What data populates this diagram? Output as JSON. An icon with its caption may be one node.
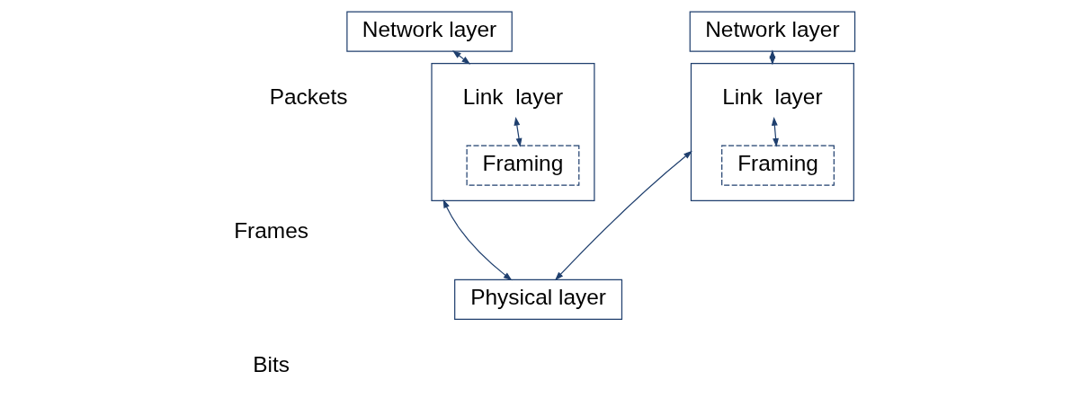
{
  "diagram": {
    "nodes": [
      {
        "text": [
          "Network layer"
        ]
      },
      {
        "text": [
          "Link  layer"
        ]
      },
      {
        "text": [
          "Framing"
        ],
        "in": 1
      },
      {
        "text": [
          "Network layer"
        ]
      },
      {
        "text": [
          "Link  layer"
        ]
      },
      {
        "text": [
          "Framing"
        ],
        "in": 4
      },
      {
        "text": [
          "Physical layer"
        ]
      }
    ],
    "edges": [
      {
        "from": 0,
        "to": 1,
        "arrow": "both"
      },
      {
        "from": 1,
        "to": 2,
        "arrow": "both"
      },
      {
        "from": 1,
        "to": 6,
        "arrow": "both"
      },
      {
        "from": 3,
        "to": 4,
        "arrow": "both"
      },
      {
        "from": 4,
        "to": 5,
        "arrow": "both"
      },
      {
        "from": 4,
        "to": 6,
        "arrow": "both"
      }
    ],
    "labels": [
      "Packets",
      "Frames",
      "Bits"
    ]
  }
}
